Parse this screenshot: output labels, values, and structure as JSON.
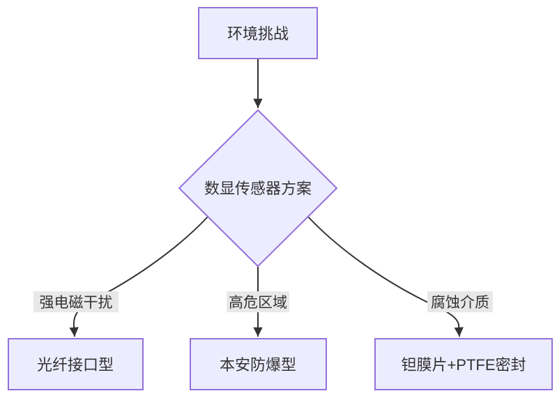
{
  "diagram": {
    "type": "flowchart",
    "direction": "top-down",
    "nodes": {
      "challenge": {
        "label": "环境挑战",
        "shape": "rectangle"
      },
      "decision": {
        "label": "数显传感器方案",
        "shape": "diamond"
      },
      "fiber": {
        "label": "光纤接口型",
        "shape": "rectangle"
      },
      "intrinsic": {
        "label": "本安防爆型",
        "shape": "rectangle"
      },
      "tantalum": {
        "label": "钽膜片+PTFE密封",
        "shape": "rectangle"
      }
    },
    "edges": [
      {
        "from": "环境挑战",
        "to": "数显传感器方案",
        "label": ""
      },
      {
        "from": "数显传感器方案",
        "to": "光纤接口型",
        "label": "强电磁干扰"
      },
      {
        "from": "数显传感器方案",
        "to": "本安防爆型",
        "label": "高危区域"
      },
      {
        "from": "数显传感器方案",
        "to": "钽膜片+PTFE密封",
        "label": "腐蚀介质"
      }
    ],
    "colors": {
      "node_fill": "#ECECFF",
      "node_border": "#9370DB",
      "edge_line": "#333333",
      "edge_label_bg": "#e8e8e8",
      "text": "#333333",
      "background": "#ffffff"
    }
  }
}
